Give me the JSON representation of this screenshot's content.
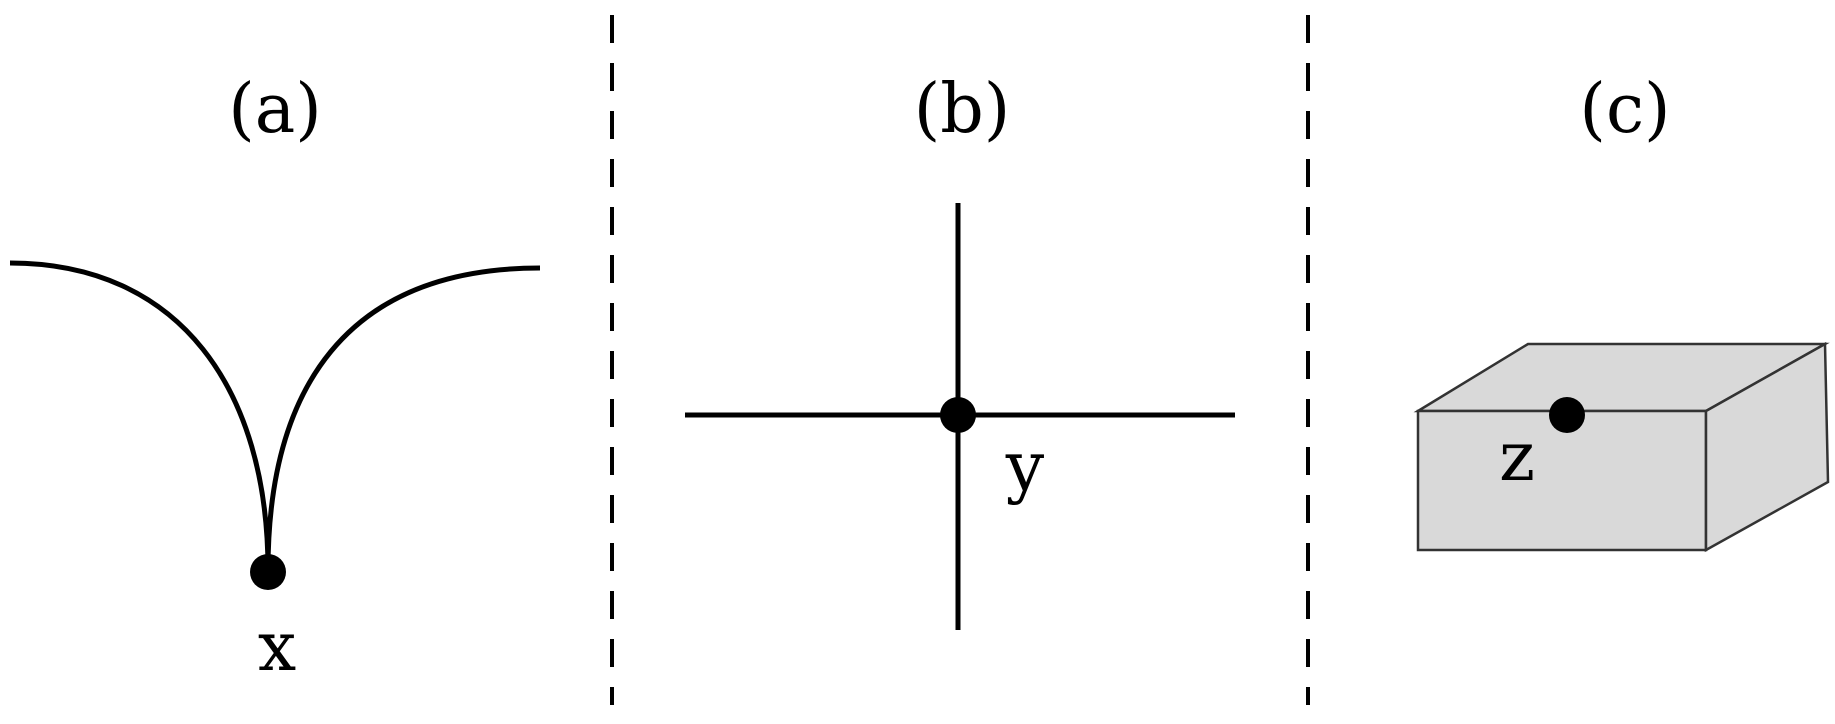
{
  "panels": [
    {
      "label": "(a)",
      "point_label": "x"
    },
    {
      "label": "(b)",
      "point_label": "y"
    },
    {
      "label": "(c)",
      "point_label": "z"
    }
  ],
  "colors": {
    "stroke": "#000000",
    "box_fill": "#d9d9d9",
    "box_stroke": "#333333",
    "background": "#ffffff"
  }
}
